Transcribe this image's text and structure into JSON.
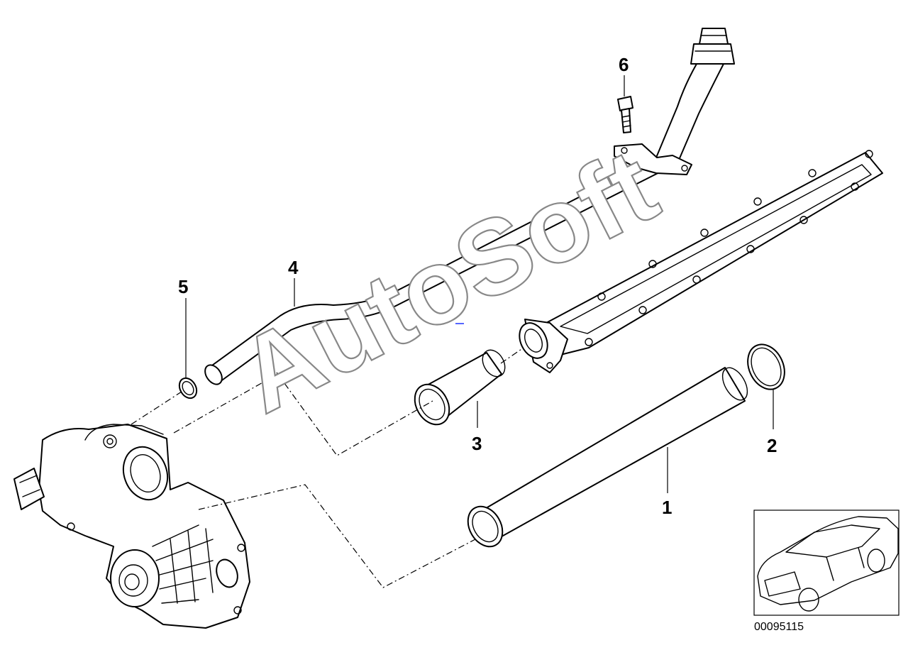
{
  "diagram": {
    "diagram_id": "00095115",
    "watermark": "AutoSoft",
    "callouts": [
      {
        "number": "1",
        "part": "long-coolant-pipe"
      },
      {
        "number": "2",
        "part": "o-ring-large"
      },
      {
        "number": "3",
        "part": "short-connecting-sleeve"
      },
      {
        "number": "4",
        "part": "coolant-return-pipe"
      },
      {
        "number": "5",
        "part": "o-ring-small"
      },
      {
        "number": "6",
        "part": "bolt"
      }
    ]
  },
  "colors": {
    "line": "#000000",
    "background": "#ffffff",
    "watermark_outline": "#888888",
    "center_mark": "#5566ff"
  }
}
